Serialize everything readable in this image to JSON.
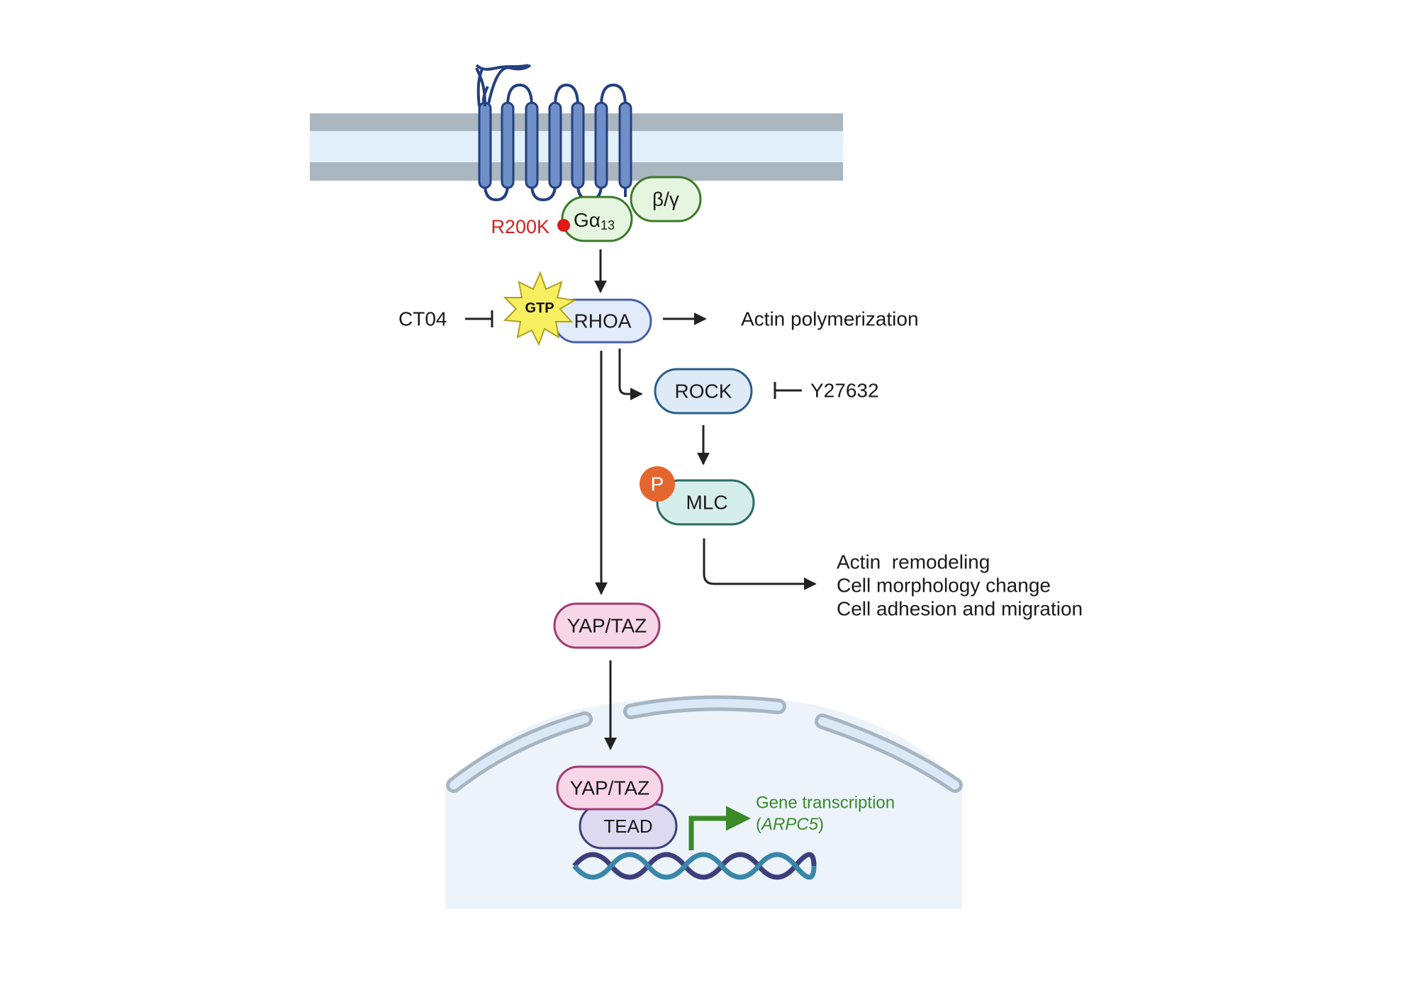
{
  "colors": {
    "membrane": "#aab6c0",
    "membrane_fill": "#e1f0fb",
    "receptor": "#6f8fc9",
    "receptor_stroke": "#24407f",
    "mutation": "#d42020",
    "gtp": "#f7ef60",
    "phospho": "#e3662f",
    "gene_text": "#3a8a28",
    "nucleus_fill": "#ecf3fb"
  },
  "nodes": {
    "galpha": {
      "main": "Gα",
      "sub": "13"
    },
    "betagamma": "β/γ",
    "rhoa": "RHOA",
    "gtp": "GTP",
    "rock": "ROCK",
    "mlc": "MLC",
    "phospho": "P",
    "yaptaz_cyto": "YAP/TAZ",
    "yaptaz_nuc": "YAP/TAZ",
    "tead": "TEAD"
  },
  "labels": {
    "mutation": "R200K",
    "inhibitor_rhoa": "CT04",
    "inhibitor_rock": "Y27632",
    "actin_polymerization": "Actin polymerization",
    "mlc_effects": [
      "Actin  remodeling",
      "Cell morphology change",
      "Cell adhesion and migration"
    ],
    "gene_transcription": "Gene transcription",
    "gene_open": "(",
    "gene_name": "ARPC5",
    "gene_close": ")"
  },
  "icons": [
    "gpcr-receptor-icon",
    "membrane-icon",
    "gtp-burst-icon",
    "phosphate-icon",
    "dna-helix-icon",
    "transcription-arrow-icon",
    "nuclear-envelope-icon"
  ]
}
